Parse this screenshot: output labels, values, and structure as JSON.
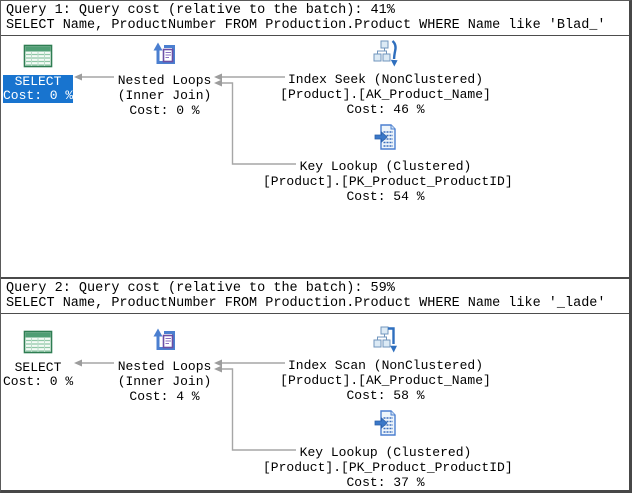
{
  "queries": [
    {
      "header": {
        "cost_line": "Query 1: Query cost (relative to the batch): 41%",
        "statement_line": "SELECT Name, ProductNumber FROM Production.Product WHERE Name like 'Blad_'"
      },
      "nodes": {
        "select": {
          "name": "SELECT",
          "cost": "Cost: 0 %",
          "selected": true
        },
        "nested_loops": {
          "name": "Nested Loops",
          "detail": "(Inner Join)",
          "cost": "Cost: 0 %"
        },
        "index_op": {
          "name": "Index Seek (NonClustered)",
          "detail": "[Product].[AK_Product_Name]",
          "cost": "Cost: 46 %",
          "icon": "index-seek-icon"
        },
        "key_lookup": {
          "name": "Key Lookup (Clustered)",
          "detail": "[Product].[PK_Product_ProductID]",
          "cost": "Cost: 54 %"
        }
      }
    },
    {
      "header": {
        "cost_line": "Query 2: Query cost (relative to the batch): 59%",
        "statement_line": "SELECT Name, ProductNumber FROM Production.Product WHERE Name like '_lade'"
      },
      "nodes": {
        "select": {
          "name": "SELECT",
          "cost": "Cost: 0 %",
          "selected": false
        },
        "nested_loops": {
          "name": "Nested Loops",
          "detail": "(Inner Join)",
          "cost": "Cost: 4 %"
        },
        "index_op": {
          "name": "Index Scan (NonClustered)",
          "detail": "[Product].[AK_Product_Name]",
          "cost": "Cost: 58 %",
          "icon": "index-scan-icon"
        },
        "key_lookup": {
          "name": "Key Lookup (Clustered)",
          "detail": "[Product].[PK_Product_ProductID]",
          "cost": "Cost: 37 %"
        }
      }
    }
  ],
  "icons": {
    "select": "result-grid-icon",
    "nested_loops": "nested-loops-icon",
    "key_lookup": "key-lookup-icon"
  },
  "colors": {
    "selected_node_bg": "#1874cf",
    "selected_node_text": "#ffffff",
    "connector": "#a6a6a6",
    "border": "#4a4a4a"
  }
}
